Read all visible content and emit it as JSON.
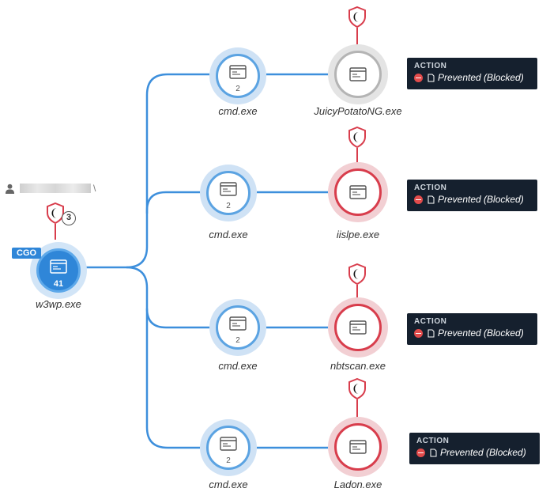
{
  "root": {
    "name": "w3wp.exe",
    "count": "41",
    "tag": "CGO",
    "alert_count": "3",
    "user_suffix": "\\"
  },
  "children": [
    {
      "name": "cmd.exe",
      "count": "2",
      "child": {
        "name": "JuicyPotatoNG.exe",
        "status": "gray"
      },
      "action": {
        "title": "ACTION",
        "text": "Prevented (Blocked)"
      }
    },
    {
      "name": "cmd.exe",
      "count": "2",
      "child": {
        "name": "iislpe.exe",
        "status": "red"
      },
      "action": {
        "title": "ACTION",
        "text": "Prevented (Blocked)"
      }
    },
    {
      "name": "cmd.exe",
      "count": "2",
      "child": {
        "name": "nbtscan.exe",
        "status": "red"
      },
      "action": {
        "title": "ACTION",
        "text": "Prevented (Blocked)"
      }
    },
    {
      "name": "cmd.exe",
      "count": "2",
      "child": {
        "name": "Ladon.exe",
        "status": "red"
      },
      "action": {
        "title": "ACTION",
        "text": "Prevented (Blocked)"
      }
    }
  ],
  "colors": {
    "edge": "#3d8fdc",
    "alert": "#d83d4c",
    "root_fill": "#2f86d8",
    "action_bg": "#15202e"
  },
  "icons": {
    "shield": "shield-icon",
    "process": "window-icon",
    "user": "user-icon",
    "prevented": "minus-circle-icon",
    "document": "document-icon"
  }
}
